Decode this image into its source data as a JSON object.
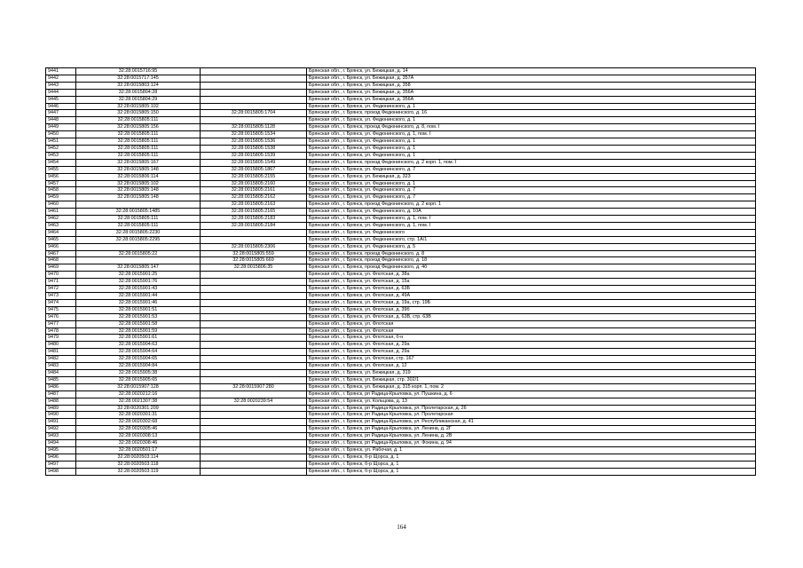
{
  "page_number": "164",
  "rows": [
    {
      "num": "9441",
      "cad": "32:28:0015716:95",
      "alt": "",
      "addr": "Брянская обл., г. Брянск, ул. Бежицкая, д. 14"
    },
    {
      "num": "9442",
      "cad": "32:28:0015717:145",
      "alt": "",
      "addr": "Брянская обл., г. Брянск, ул. Бежицкая, д. 357А"
    },
    {
      "num": "9443",
      "cad": "32:28:0015803:124",
      "alt": "",
      "addr": "Брянская обл., г. Брянск, ул. Бежицкая, д. 358"
    },
    {
      "num": "9444",
      "cad": "32:28:0015804:28",
      "alt": "",
      "addr": "Брянская обл., г. Брянск, ул. Бежицкая, д. 356А"
    },
    {
      "num": "9445",
      "cad": "32:28:0015804:29",
      "alt": "",
      "addr": "Брянская обл., г. Брянск, ул. Бежицкая, д. 356А"
    },
    {
      "num": "9446",
      "cad": "32:28:0015805:102",
      "alt": "",
      "addr": "Брянская обл., г. Брянск, ул. Федюнинского, д. 1"
    },
    {
      "num": "9447",
      "cad": "32:28:0015805:150",
      "alt": "32:28:0015805:1704",
      "addr": "Брянская обл., г. Брянск, проезд Федюнинского, д. 16"
    },
    {
      "num": "9448",
      "cad": "32:28:0015805:111",
      "alt": "",
      "addr": "Брянская обл., г. Брянск, ул. Федюнинского, д. 1"
    },
    {
      "num": "9449",
      "cad": "32:28:0015805:156",
      "alt": "32:28:0015805:1128",
      "addr": "Брянская обл., г. Брянск, проезд Федюнинского, д. 8, пом. I"
    },
    {
      "num": "9450",
      "cad": "32:28:0015805:111",
      "alt": "32:28:0015805:1534",
      "addr": "Брянская обл., г. Брянск, ул. Федюнинского, д. 1, пом. I"
    },
    {
      "num": "9451",
      "cad": "32:28:0015805:111",
      "alt": "32:28:0015805:1536",
      "addr": "Брянская обл., г. Брянск, ул. Федюнинского, д. 1"
    },
    {
      "num": "9452",
      "cad": "32:28:0015805:111",
      "alt": "32:28:0015805:1538",
      "addr": "Брянская обл., г. Брянск, ул. Федюнинского, д. 1"
    },
    {
      "num": "9453",
      "cad": "32:28:0015805:111",
      "alt": "32:28:0015805:1539",
      "addr": "Брянская обл., г. Брянск, ул. Федюнинского, д. 1"
    },
    {
      "num": "9454",
      "cad": "32:28:0015805:167",
      "alt": "32:28:0015805:1549",
      "addr": "Брянская обл., г. Брянск, проезд Федюнинского, д. 2 корп. 1, пом. I"
    },
    {
      "num": "9455",
      "cad": "32:28:0015805:148",
      "alt": "32:28:0015805:1867",
      "addr": "Брянская обл., г. Брянск, ул. Федюнинского, д. 7"
    },
    {
      "num": "9456",
      "cad": "32:28:0015806:114",
      "alt": "32:28:0015805:2155",
      "addr": "Брянская обл., г. Брянск, ул. Бежицкая, д. 323"
    },
    {
      "num": "9457",
      "cad": "32:28:0015805:102",
      "alt": "32:28:0015805:2160",
      "addr": "Брянская обл., г. Брянск, ул. Федюнинского, д. 1"
    },
    {
      "num": "9458",
      "cad": "32:28:0015805:148",
      "alt": "32:28:0015805:2161",
      "addr": "Брянская обл., г. Брянск, ул. Федюнинского, д. 7"
    },
    {
      "num": "9459",
      "cad": "32:28:0015805:148",
      "alt": "32:28:0015805:2162",
      "addr": "Брянская обл., г. Брянск, ул. Федюнинского, д. 7"
    },
    {
      "num": "9460",
      "cad": "",
      "alt": "32:28:0015805:2163",
      "addr": "Брянская обл., г. Брянск, проезд Федюнинского, д. 2 корп. 1"
    },
    {
      "num": "9461",
      "cad": "32:28:0015805:1485",
      "alt": "32:28:0015805:2165",
      "addr": "Брянская обл., г. Брянск, ул. Федюнинского, д. 10А"
    },
    {
      "num": "9462",
      "cad": "32:28:0015805:111",
      "alt": "32:28:0015805:2183",
      "addr": "Брянская обл., г. Брянск, ул. Федюнинского, д. 1, пом. I"
    },
    {
      "num": "9463",
      "cad": "32:28:0015805:111",
      "alt": "32:28:0015805:2184",
      "addr": "Брянская обл., г. Брянск, ул. Федюнинского, д. 1, пом. I"
    },
    {
      "num": "9464",
      "cad": "32:28:0015805:2230",
      "alt": "",
      "addr": "Брянская обл., г. Брянск, ул. Федюнинского"
    },
    {
      "num": "9465",
      "cad": "32:28:0015805:2295",
      "alt": "",
      "addr": "Брянская обл., г. Брянск, ул. Федюнинского, стр. 1А/1"
    },
    {
      "num": "9466",
      "cad": "",
      "alt": "32:28:0015805:2306",
      "addr": "Брянская обл., г. Брянск, ул. Федюнинского, д. 5"
    },
    {
      "num": "9467",
      "cad": "32:28:0015805:22",
      "alt": "32:28:0015805:559",
      "addr": "Брянская обл., г. Брянск, проезд Федюнинского, д. 8"
    },
    {
      "num": "9468",
      "cad": "",
      "alt": "32:28:0015805:669",
      "addr": "Брянская обл., г. Брянск, проезд Федюнинского, д. 18"
    },
    {
      "num": "9469",
      "cad": "32:28:0015805:147",
      "alt": "32:28:0015806:35",
      "addr": "Брянская обл., г. Брянск, проезд Федюнинского, д. 4б"
    },
    {
      "num": "9470",
      "cad": "32:28:0015901:25",
      "alt": "",
      "addr": "Брянская обл., г. Брянск, ул. Флотская, д. 38а"
    },
    {
      "num": "9471",
      "cad": "32:28:0015901:76",
      "alt": "",
      "addr": "Брянская обл., г. Брянск, ул. Флотская, д. 15а"
    },
    {
      "num": "9472",
      "cad": "32:28:0015901:43",
      "alt": "",
      "addr": "Брянская обл., г. Брянск, ул. Флотская, д. 63Б"
    },
    {
      "num": "9473",
      "cad": "32:28:0015901:44",
      "alt": "",
      "addr": "Брянская обл., г. Брянск, ул. Флотская, д. 49А"
    },
    {
      "num": "9474",
      "cad": "32:28:0015901:46",
      "alt": "",
      "addr": "Брянская обл., г. Брянск, ул. Флотская, д. 19а, стр. 19Б"
    },
    {
      "num": "9475",
      "cad": "32:28:0015901:51",
      "alt": "",
      "addr": "Брянская обл., г. Брянск, ул. Флотская, д. 39б"
    },
    {
      "num": "9476",
      "cad": "32:28:0015901:53",
      "alt": "",
      "addr": "Брянская обл., г. Брянск, ул. Флотская, д. 63В, стр. 63В"
    },
    {
      "num": "9477",
      "cad": "32:28:0015901:58",
      "alt": "",
      "addr": "Брянская обл., г. Брянск, ул. Флотская"
    },
    {
      "num": "9478",
      "cad": "32:28:0015901:59",
      "alt": "",
      "addr": "Брянская обл., г. Брянск, ул. Флотская"
    },
    {
      "num": "9479",
      "cad": "32:28:0015901:61",
      "alt": "",
      "addr": "Брянская обл., г. Брянск, ул. Флотская, б-н"
    },
    {
      "num": "9480",
      "cad": "32:28:0015904:63",
      "alt": "",
      "addr": "Брянская обл., г. Брянск, ул. Флотская, д. 29а"
    },
    {
      "num": "9481",
      "cad": "32:28:0015904:64",
      "alt": "",
      "addr": "Брянская обл., г. Брянск, ул. Флотская, д. 29а"
    },
    {
      "num": "9482",
      "cad": "32:28:0015904:65",
      "alt": "",
      "addr": "Брянская обл., г. Брянск, ул. Флотская, стр. 167"
    },
    {
      "num": "9483",
      "cad": "32:28:0015904:84",
      "alt": "",
      "addr": "Брянская обл., г. Брянск, ул. Флотская, д. 12"
    },
    {
      "num": "9484",
      "cad": "32:28:0015905:38",
      "alt": "",
      "addr": "Брянская обл., г. Брянск, ул. Бежицкая, д. 319"
    },
    {
      "num": "9485",
      "cad": "32:28:0015905:65",
      "alt": "",
      "addr": "Брянская обл., г. Брянск, ул. Бежицкая, стр. 302/1"
    },
    {
      "num": "9486",
      "cad": "32:28:0015907:128",
      "alt": "32:28:0015907:280",
      "addr": "Брянская обл., г. Брянск, ул. Бежицкая, д. 315 корп. 1, пом. 2"
    },
    {
      "num": "9487",
      "cad": "32:28:0020212:16",
      "alt": "",
      "addr": "Брянская обл., г. Брянск, рп Радица-Крыловка, ул. Пушкина, д. 6"
    },
    {
      "num": "9488",
      "cad": "32:28:0021307:38",
      "alt": "32:28:0020239:54",
      "addr": "Брянская обл., г. Брянск, ул. Кольцова, д. 13"
    },
    {
      "num": "9489",
      "cad": "32:28:0020301:209",
      "alt": "",
      "addr": "Брянская обл., г. Брянск, рп Радица-Крыловка, ул. Пролетарская, д. 26"
    },
    {
      "num": "9490",
      "cad": "32:28:0020301:31",
      "alt": "",
      "addr": "Брянская обл., г. Брянск, рп Радица-Крыловка, ул. Пролетарская"
    },
    {
      "num": "9491",
      "cad": "32:28:0020302:68",
      "alt": "",
      "addr": "Брянская обл., г. Брянск, рп Радица-Крыловка, ул. Республиканская, д. 41"
    },
    {
      "num": "9492",
      "cad": "32:28:0020305:46",
      "alt": "",
      "addr": "Брянская обл., г. Брянск, рп Радица-Крыловка, ул. Ленина, д. 2Г"
    },
    {
      "num": "9493",
      "cad": "32:28:0020308:13",
      "alt": "",
      "addr": "Брянская обл., г. Брянск, рп Радица-Крыловка, ул. Ленина, д. 2В"
    },
    {
      "num": "9494",
      "cad": "32:28:0020308:46",
      "alt": "",
      "addr": "Брянская обл., г. Брянск, рп Радица-Крыловка, ул. Фокина, д. 94"
    },
    {
      "num": "9495",
      "cad": "32:28:0020501:17",
      "alt": "",
      "addr": "Брянская обл., г. Брянск, ул. Рабочая, д. 1"
    },
    {
      "num": "9496",
      "cad": "32:28:0020503:114",
      "alt": "",
      "addr": "Брянская обл., г. Брянск, б-р Щорса, д. 1"
    },
    {
      "num": "9497",
      "cad": "32:28:0020503:118",
      "alt": "",
      "addr": "Брянская обл., г. Брянск, б-р Щорса, д. 1"
    },
    {
      "num": "9498",
      "cad": "32:28:0020503:119",
      "alt": "",
      "addr": "Брянская обл., г. Брянск, б-р Щорса, д. 1"
    }
  ]
}
